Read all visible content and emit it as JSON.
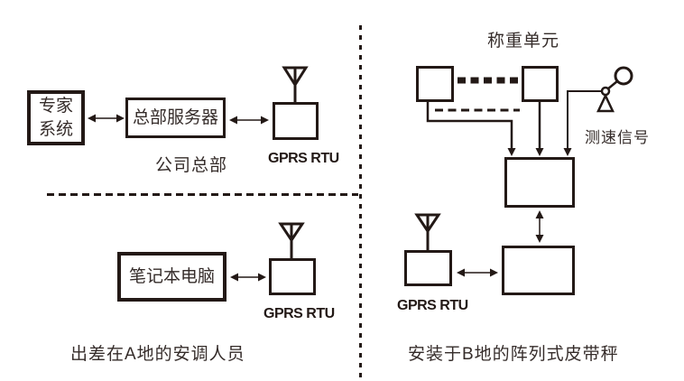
{
  "colors": {
    "line": "#231916",
    "text": "#352c2a",
    "background": "#ffffff"
  },
  "hq": {
    "expert_system": "专家系统",
    "server": "总部服务器",
    "caption": "公司总部",
    "gprs_label": "GPRS RTU"
  },
  "site_a": {
    "laptop": "笔记本电脑",
    "gprs_label": "GPRS RTU",
    "caption": "出差在A地的安调人员"
  },
  "site_b": {
    "title": "称重单元",
    "speed_signal": "测速信号",
    "gprs_label": "GPRS RTU",
    "caption": "安装于B地的阵列式皮带秤"
  }
}
